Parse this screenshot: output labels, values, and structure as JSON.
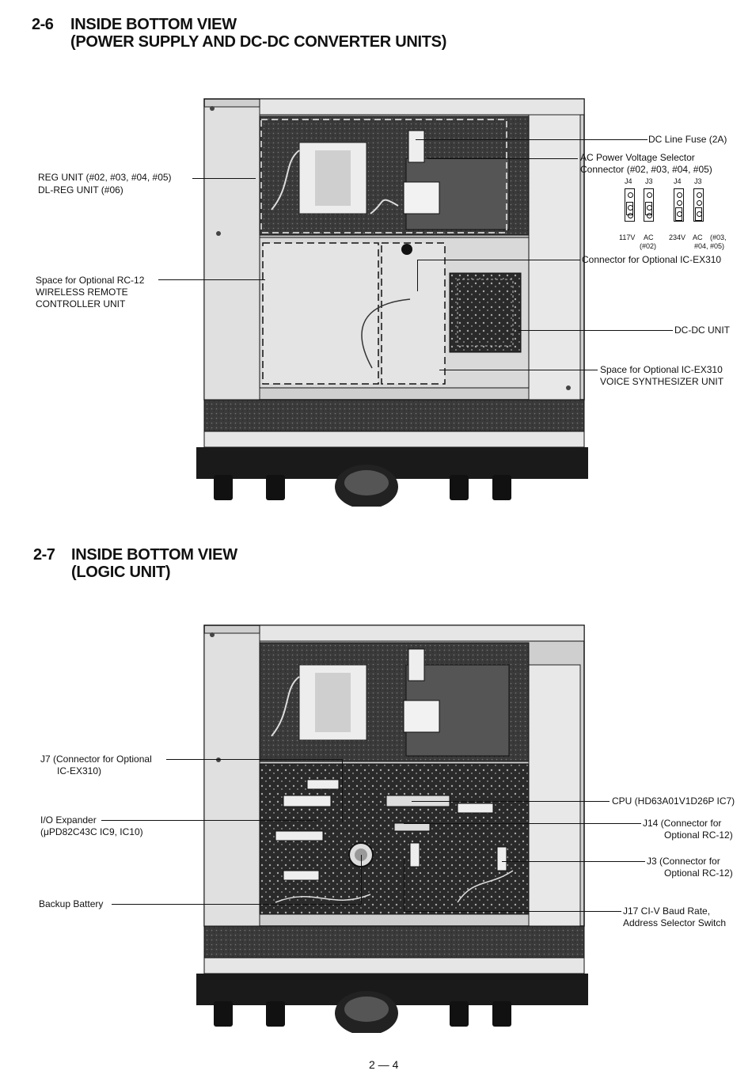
{
  "section1": {
    "number": "2-6",
    "title_line1": "INSIDE BOTTOM VIEW",
    "title_line2": "(POWER SUPPLY AND DC-DC CONVERTER UNITS)",
    "labels": {
      "reg_unit_1": "REG UNIT (#02, #03, #04, #05)",
      "reg_unit_2": "DL-REG UNIT (#06)",
      "rc12_1": "Space for Optional RC-12",
      "rc12_2": "WIRELESS REMOTE",
      "rc12_3": "CONTROLLER UNIT",
      "dc_fuse": "DC Line Fuse (2A)",
      "ac_sel_1": "AC Power Voltage Selector",
      "ac_sel_2": "Connector (#02, #03, #04, #05)",
      "ex310_conn": "Connector for Optional IC-EX310",
      "dcdc": "DC-DC UNIT",
      "ex310_space_1": "Space for Optional IC-EX310",
      "ex310_space_2": "VOICE SYNTHESIZER UNIT"
    },
    "jumper_diagram": {
      "j4_a": "J4",
      "j3_a": "J3",
      "j4_b": "J4",
      "j3_b": "J3",
      "cap_117v": "117V",
      "cap_ac_1": "AC",
      "cap_ac_1b": "(#02)",
      "cap_234v": "234V",
      "cap_ac_2": "AC",
      "cap_ac_2b": "(#03,",
      "cap_ac_2c": "#04, #05)"
    }
  },
  "section2": {
    "number": "2-7",
    "title_line1": "INSIDE BOTTOM VIEW",
    "title_line2": "(LOGIC UNIT)",
    "labels": {
      "j7_1": "J7 (Connector for Optional",
      "j7_2": "IC-EX310)",
      "io_1": "I/O Expander",
      "io_2": "(μPD82C43C IC9, IC10)",
      "battery": "Backup Battery",
      "cpu": "CPU (HD63A01V1D26P IC7)",
      "j14_1": "J14 (Connector for",
      "j14_2": "Optional RC-12)",
      "j3_1": "J3 (Connector for",
      "j3_2": "Optional RC-12)",
      "j17_1": "J17 CI-V Baud Rate,",
      "j17_2": "Address Selector Switch"
    }
  },
  "page_number": "2 — 4"
}
